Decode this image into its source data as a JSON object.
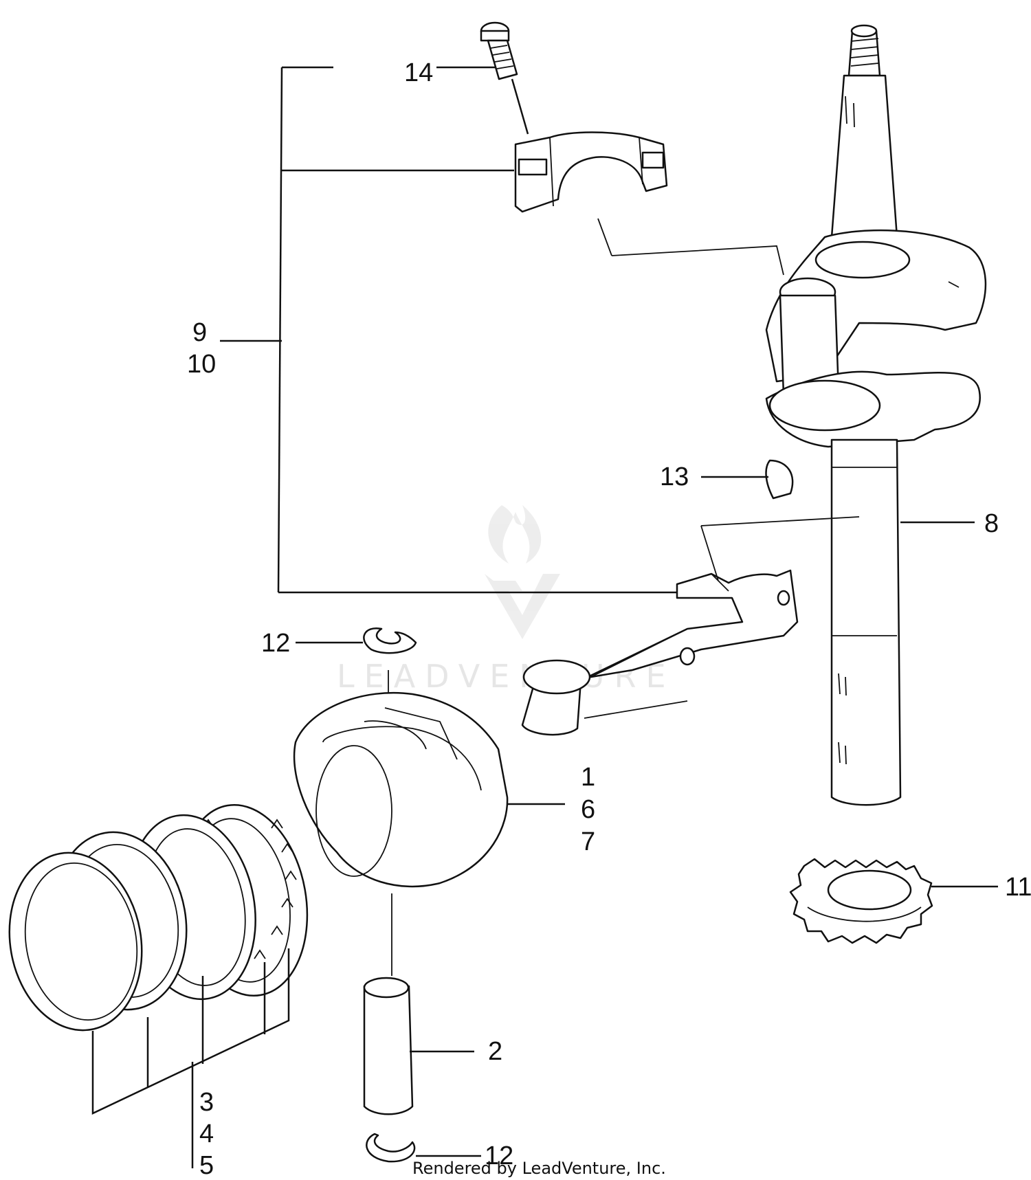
{
  "diagram": {
    "callouts": {
      "c14": "14",
      "c9": "9",
      "c10": "10",
      "c13": "13",
      "c8": "8",
      "c12_top": "12",
      "c1": "1",
      "c6": "6",
      "c7": "7",
      "c11": "11",
      "c2": "2",
      "c3": "3",
      "c4": "4",
      "c5": "5",
      "c12_bottom": "12"
    },
    "credit": "Rendered by LeadVenture, Inc.",
    "watermark": "LEADVENTURE"
  },
  "colors": {
    "line": "#111111",
    "watermark": "#e6e6e6",
    "background": "#ffffff"
  }
}
